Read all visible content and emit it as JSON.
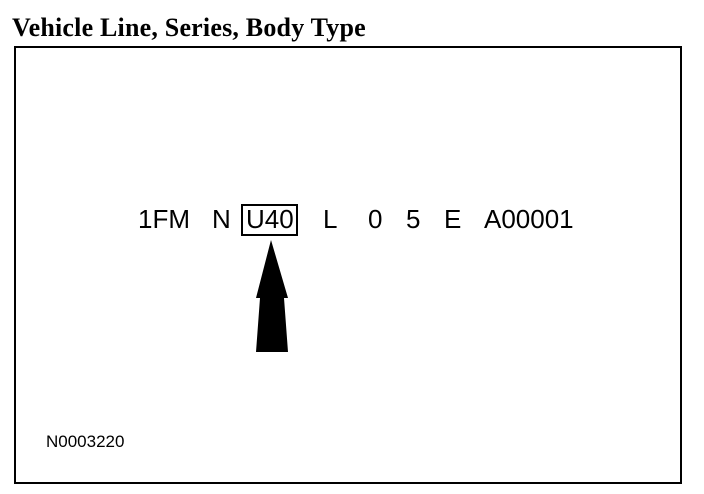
{
  "figure": {
    "title": "Vehicle Line, Series, Body Type",
    "reference_code": "N0003220"
  },
  "vin": {
    "segments": [
      "1FM",
      "N",
      "U40",
      "L",
      "0",
      "5",
      "E",
      "A00001"
    ],
    "highlighted_segment": "U40"
  }
}
